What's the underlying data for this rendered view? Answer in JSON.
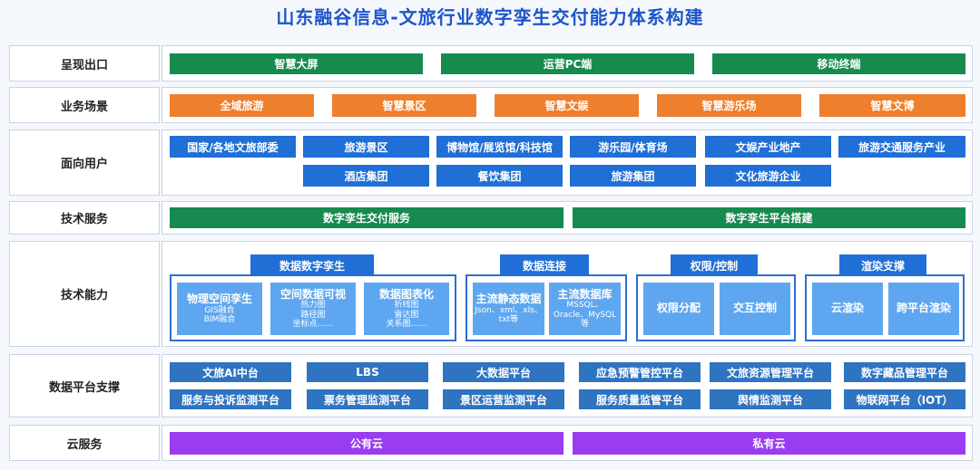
{
  "title": "山东融谷信息-文旅行业数字孪生交付能力体系构建",
  "colors": {
    "title": "#1e55c8",
    "green": "#178a50",
    "orange": "#ee7f2d",
    "blue": "#1f6fd6",
    "steel": "#2f74c0",
    "purple": "#9a3cf0",
    "light_blue": "#5ea7f0"
  },
  "rows": {
    "presentation": {
      "label": "呈现出口",
      "items": [
        "智慧大屏",
        "运营PC端",
        "移动终端"
      ]
    },
    "scenario": {
      "label": "业务场景",
      "items": [
        "全域旅游",
        "智慧景区",
        "智慧文娱",
        "智慧游乐场",
        "智慧文博"
      ]
    },
    "users": {
      "label": "面向用户",
      "row1": [
        "国家/各地文旅部委",
        "旅游景区",
        "博物馆/展览馆/科技馆",
        "游乐园/体育场",
        "文娱产业地产",
        "旅游交通服务产业"
      ],
      "row2": [
        "酒店集团",
        "餐饮集团",
        "旅游集团",
        "文化旅游企业"
      ]
    },
    "tech_service": {
      "label": "技术服务",
      "items": [
        "数字孪生交付服务",
        "数字孪生平台搭建"
      ]
    },
    "tech_ability": {
      "label": "技术能力",
      "groups": [
        {
          "header": "数据数字孪生",
          "cards": [
            {
              "main": "物理空间孪生",
              "sub": [
                "GIS融合",
                "BIM融合"
              ]
            },
            {
              "main": "空间数据可视",
              "sub": [
                "热力图",
                "路径图",
                "坐标点……"
              ]
            },
            {
              "main": "数据图表化",
              "sub": [
                "折线图",
                "雷达图",
                "关系图……"
              ]
            }
          ]
        },
        {
          "header": "数据连接",
          "cards": [
            {
              "main": "主流静态数据",
              "sub": [
                "Json、xml、xls、",
                "txt等"
              ]
            },
            {
              "main": "主流数据库",
              "sub": [
                "MSSQL、",
                "Oracle、MySQL",
                "等"
              ]
            }
          ]
        },
        {
          "header": "权限/控制",
          "cards": [
            {
              "main": "权限分配",
              "sub": []
            },
            {
              "main": "交互控制",
              "sub": []
            }
          ]
        },
        {
          "header": "渲染支撑",
          "cards": [
            {
              "main": "云渲染",
              "sub": []
            },
            {
              "main": "跨平台渲染",
              "sub": []
            }
          ]
        }
      ]
    },
    "data_platform": {
      "label": "数据平台支撑",
      "row1": [
        "文旅AI中台",
        "LBS",
        "大数据平台",
        "应急预警管控平台",
        "文旅资源管理平台",
        "数字藏品管理平台"
      ],
      "row2": [
        "服务与投诉监测平台",
        "票务管理监测平台",
        "景区运营监测平台",
        "服务质量监管平台",
        "舆情监测平台",
        "物联网平台（IOT）"
      ]
    },
    "cloud": {
      "label": "云服务",
      "items": [
        "公有云",
        "私有云"
      ]
    }
  }
}
